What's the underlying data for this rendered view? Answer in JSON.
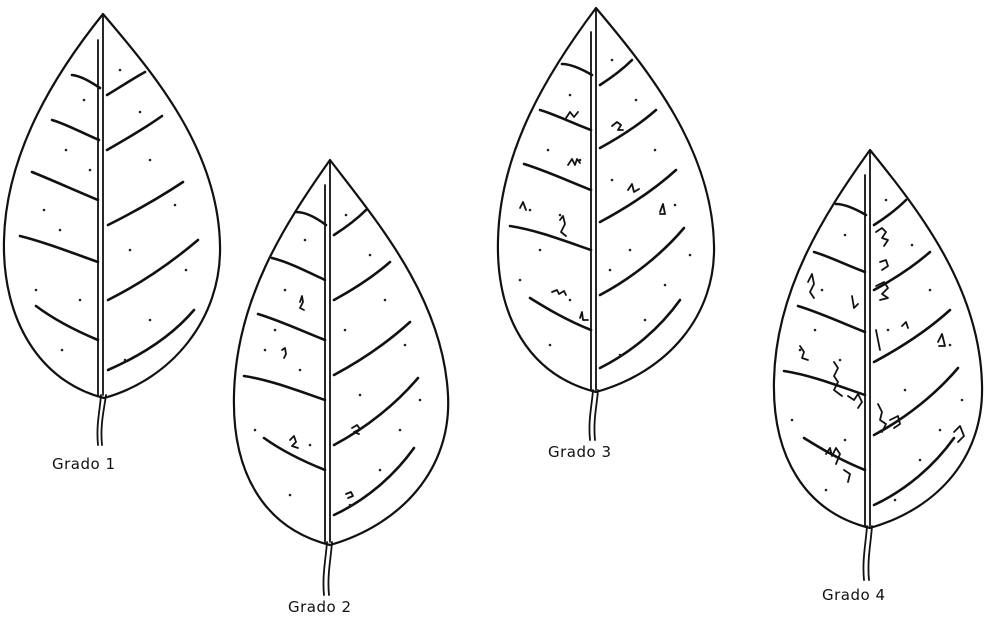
{
  "leaves": [
    {
      "label": "Grado 1",
      "severity": 1
    },
    {
      "label": "Grado 2",
      "severity": 2
    },
    {
      "label": "Grado 3",
      "severity": 3
    },
    {
      "label": "Grado 4",
      "severity": 4
    }
  ]
}
